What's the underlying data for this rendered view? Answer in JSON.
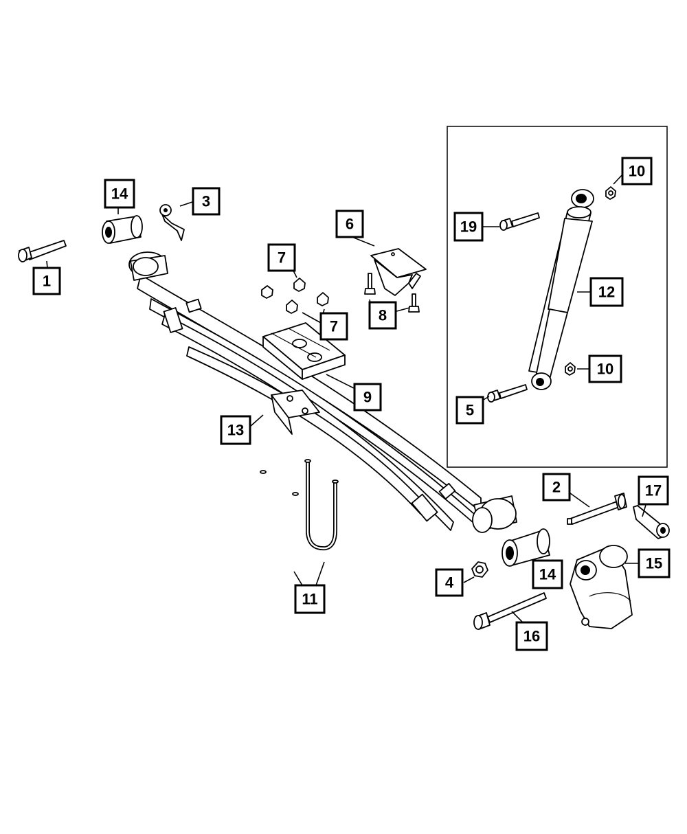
{
  "callouts": [
    {
      "id": "c1",
      "label": "1"
    },
    {
      "id": "c2",
      "label": "2"
    },
    {
      "id": "c3",
      "label": "3"
    },
    {
      "id": "c4",
      "label": "4"
    },
    {
      "id": "c5",
      "label": "5"
    },
    {
      "id": "c6",
      "label": "6"
    },
    {
      "id": "c7a",
      "label": "7"
    },
    {
      "id": "c7b",
      "label": "7"
    },
    {
      "id": "c8",
      "label": "8"
    },
    {
      "id": "c9",
      "label": "9"
    },
    {
      "id": "c10a",
      "label": "10"
    },
    {
      "id": "c10b",
      "label": "10"
    },
    {
      "id": "c11",
      "label": "11"
    },
    {
      "id": "c12",
      "label": "12"
    },
    {
      "id": "c13",
      "label": "13"
    },
    {
      "id": "c14a",
      "label": "14"
    },
    {
      "id": "c14b",
      "label": "14"
    },
    {
      "id": "c15",
      "label": "15"
    },
    {
      "id": "c16",
      "label": "16"
    },
    {
      "id": "c17",
      "label": "17"
    },
    {
      "id": "c19",
      "label": "19"
    }
  ],
  "parts": {
    "bolt_front": "bolt-icon",
    "bushing_front": "bushing-icon",
    "clip_3": "clip-icon",
    "leaf_spring": "leaf-spring-icon",
    "spacer_plate": "plate-icon",
    "bracket_6": "bracket-icon",
    "nuts_7": "nut-icon",
    "bolts_8": "bolt-icon",
    "u_bolts": "u-bolt-icon",
    "shock_absorber": "shock-absorber-icon",
    "shackle": "shackle-icon",
    "bolt_16": "bolt-icon",
    "bolt_2": "bolt-icon",
    "sensor_bracket_17": "bracket-icon",
    "nut_4": "nut-icon",
    "bushing_rear": "bushing-icon",
    "nut_10": "nut-icon",
    "bolt_19": "bolt-icon",
    "bolt_5": "bolt-icon"
  }
}
